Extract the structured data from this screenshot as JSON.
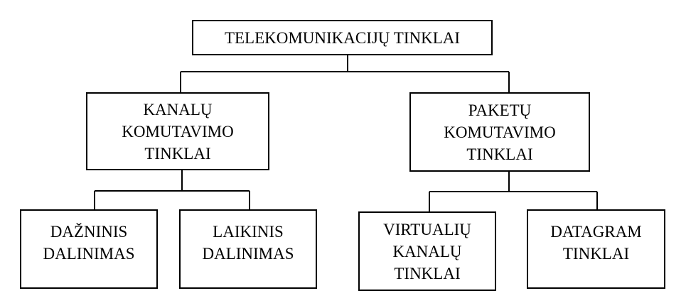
{
  "root": {
    "label": "TELEKOMUNIKACIJŲ TINKLAI"
  },
  "branches": [
    {
      "label": "KANALŲ\nKOMUTAVIMO\nTINKLAI",
      "children": [
        {
          "label": "DAŽNINIS\nDALINIMAS"
        },
        {
          "label": "LAIKINIS\nDALINIMAS"
        }
      ]
    },
    {
      "label": "PAKETŲ\nKOMUTAVIMO\nTINKLAI",
      "children": [
        {
          "label": "VIRTUALIŲ\nKANALŲ\nTINKLAI"
        },
        {
          "label": "DATAGRAM\nTINKLAI"
        }
      ]
    }
  ]
}
